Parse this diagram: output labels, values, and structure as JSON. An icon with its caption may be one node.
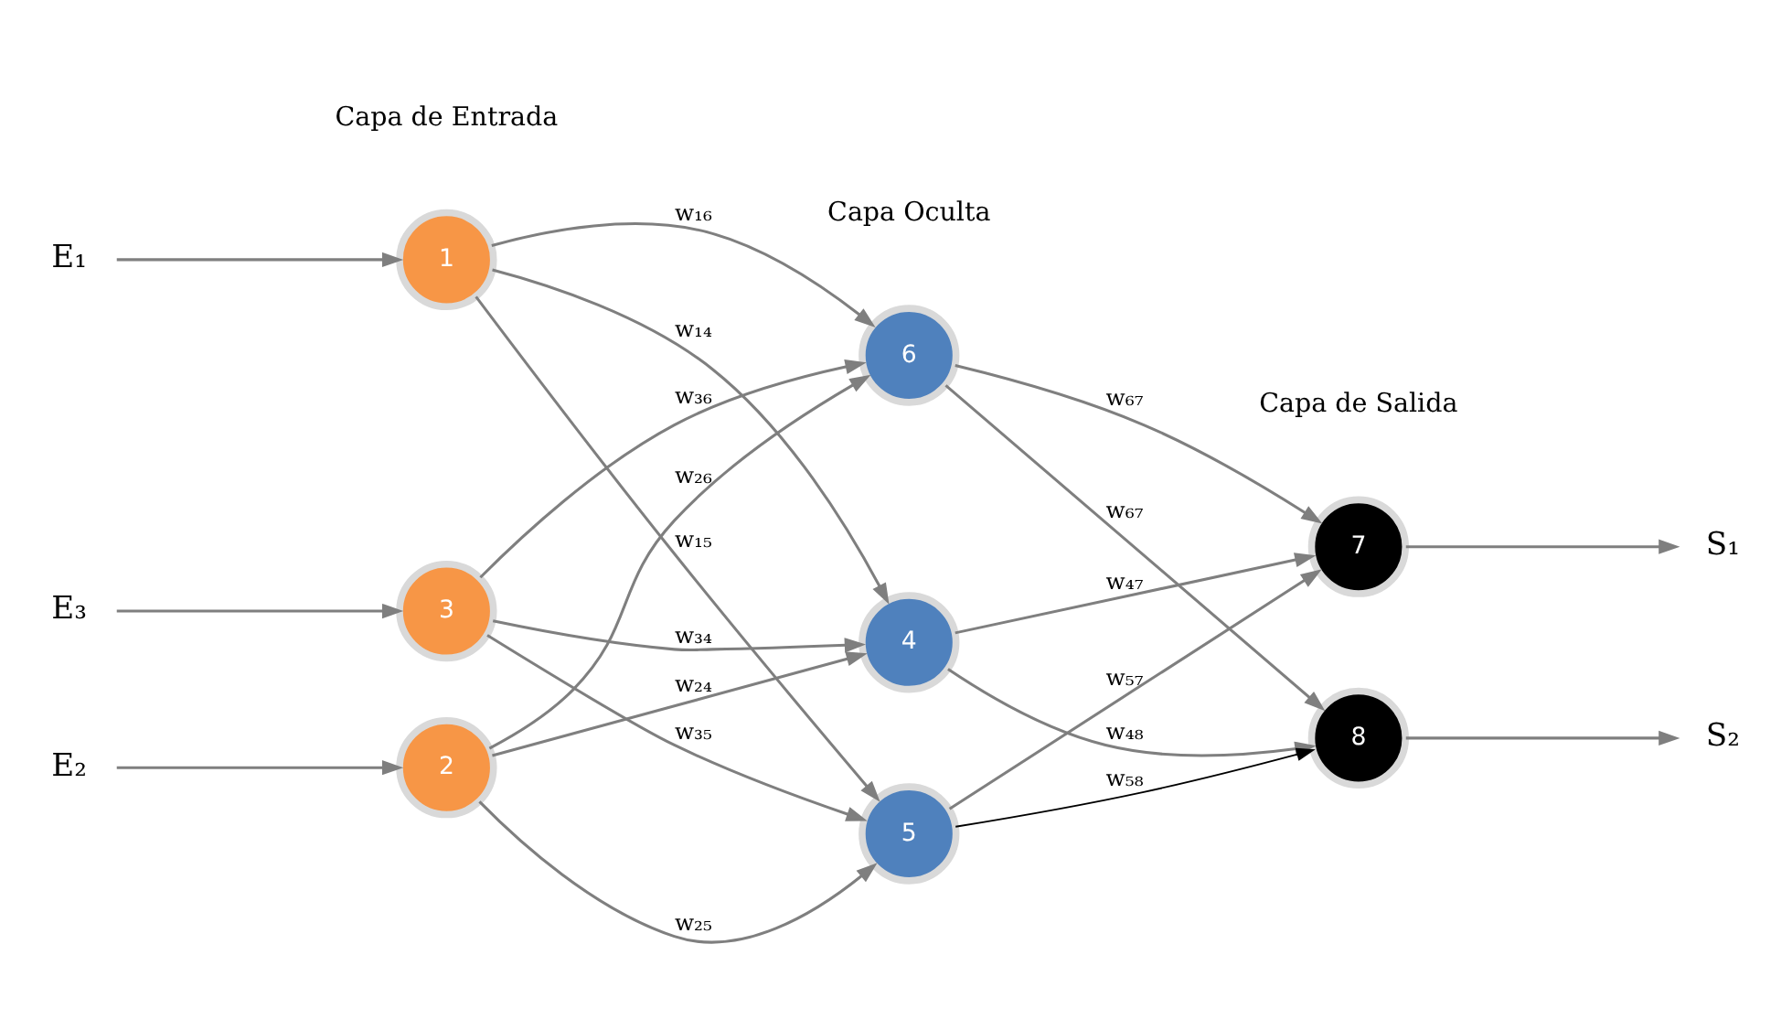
{
  "diagram": {
    "nodes": [
      {
        "text": [
          "E₁"
        ]
      },
      {
        "text": [
          "E₂"
        ]
      },
      {
        "text": [
          "E₃"
        ]
      },
      {
        "text": [
          "1"
        ]
      },
      {
        "text": [
          "2"
        ]
      },
      {
        "text": [
          "3"
        ]
      },
      {
        "text": [
          "4"
        ]
      },
      {
        "text": [
          "5"
        ]
      },
      {
        "text": [
          "6"
        ]
      },
      {
        "text": [
          "7"
        ]
      },
      {
        "text": [
          "8"
        ]
      },
      {
        "text": [
          "S₁"
        ]
      },
      {
        "text": [
          "S₂"
        ]
      }
    ],
    "edges": [
      {
        "from": 0,
        "to": 3,
        "arrow": "to"
      },
      {
        "from": 1,
        "to": 4,
        "arrow": "to"
      },
      {
        "from": 2,
        "to": 5,
        "arrow": "to"
      },
      {
        "from": 3,
        "to": 6,
        "arrow": "to",
        "label": "w₁₄"
      },
      {
        "from": 3,
        "to": 7,
        "arrow": "to",
        "label": "w₁₅"
      },
      {
        "from": 3,
        "to": 8,
        "arrow": "to",
        "label": "w₁₆"
      },
      {
        "from": 4,
        "to": 6,
        "arrow": "to",
        "label": "w₂₄"
      },
      {
        "from": 4,
        "to": 7,
        "arrow": "to",
        "label": "w₂₅"
      },
      {
        "from": 4,
        "to": 8,
        "arrow": "to",
        "label": "w₂₆"
      },
      {
        "from": 5,
        "to": 6,
        "arrow": "to",
        "label": "w₃₄"
      },
      {
        "from": 5,
        "to": 7,
        "arrow": "to",
        "label": "w₃₅"
      },
      {
        "from": 5,
        "to": 8,
        "arrow": "to",
        "label": "w₃₆"
      },
      {
        "from": 6,
        "to": 9,
        "arrow": "to",
        "label": "w₄₇"
      },
      {
        "from": 6,
        "to": 10,
        "arrow": "to",
        "label": "w₄₈"
      },
      {
        "from": 7,
        "to": 9,
        "arrow": "to",
        "label": "w₅₇"
      },
      {
        "from": 7,
        "to": 10,
        "arrow": "to",
        "label": "w₅₈",
        "color": "#000000"
      },
      {
        "from": 8,
        "to": 9,
        "arrow": "to",
        "label": "w₆₇"
      },
      {
        "from": 8,
        "to": 10,
        "arrow": "to",
        "label": "w₆₇"
      },
      {
        "from": 9,
        "to": 11,
        "arrow": "to"
      },
      {
        "from": 10,
        "to": 12,
        "arrow": "to"
      }
    ],
    "labels": [
      "Capa de Entrada",
      "Capa Oculta",
      "Capa de Salida"
    ]
  }
}
